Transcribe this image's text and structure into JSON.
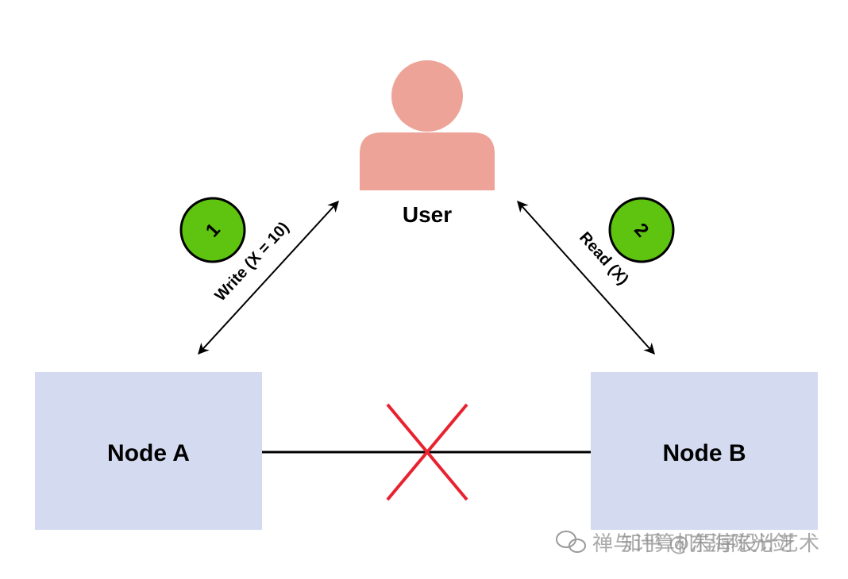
{
  "user": {
    "label": "User",
    "color": "#EDA397"
  },
  "nodes": [
    {
      "label": "Node A"
    },
    {
      "label": "Node B"
    }
  ],
  "steps": [
    {
      "number": "1",
      "label": "Write (X = 10)"
    },
    {
      "number": "2",
      "label": "Read (X)"
    }
  ],
  "colors": {
    "node_fill": "#D4DBF0",
    "step_badge": "#5EC40F",
    "partition_cross": "#E8222F",
    "link": "#000000"
  },
  "watermark": {
    "icon": "wechat-icon",
    "wechat_text": "禅与计算机程序设计艺术",
    "zhihu_text": "知乎 @东海陈光剑"
  }
}
